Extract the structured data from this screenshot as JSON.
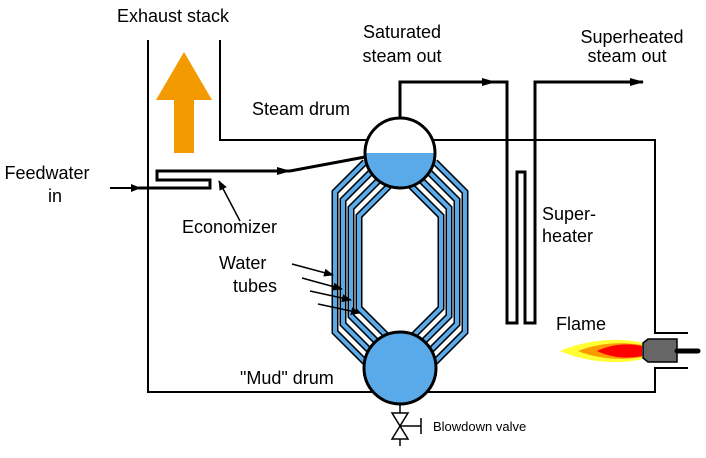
{
  "title": "Water-tube boiler",
  "labels": {
    "exhaust_stack": "Exhaust stack",
    "saturated_1": "Saturated",
    "saturated_2": "steam out",
    "superheated_1": "Superheated",
    "superheated_2": "steam out",
    "steam_drum": "Steam drum",
    "feedwater_1": "Feedwater",
    "feedwater_2": "in",
    "economizer": "Economizer",
    "water_tubes_1": "Water",
    "water_tubes_2": "tubes",
    "superheater_1": "Super-",
    "superheater_2": "heater",
    "flame": "Flame",
    "mud_drum": "\"Mud\" drum",
    "blowdown_valve": "Blowdown valve"
  },
  "colors": {
    "water": "#5aaaea",
    "exhaust_arrow": "#f29a00",
    "flame_outer": "#ffff33",
    "flame_mid": "#ff9900",
    "flame_inner": "#ff0000",
    "burner": "#666666"
  }
}
